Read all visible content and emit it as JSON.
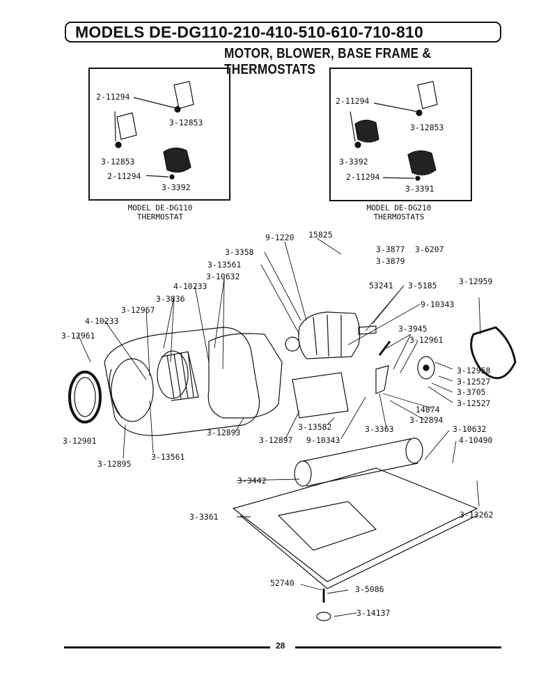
{
  "header": {
    "title": "MODELS DE-DG110-210-410-510-610-710-810",
    "subtitle": "MOTOR, BLOWER, BASE FRAME & THERMOSTATS"
  },
  "inset_left": {
    "caption_line1": "MODEL DE-DG110",
    "caption_line2": "THERMOSTAT",
    "labels": [
      "2-11294",
      "3-12853",
      "3-12853",
      "2-11294",
      "3-3392"
    ]
  },
  "inset_right": {
    "caption_line1": "MODEL DE-DG210",
    "caption_line2": "THERMOSTATS",
    "labels": [
      "2-11294",
      "3-12853",
      "3-3392",
      "2-11294",
      "3-3391"
    ]
  },
  "parts": [
    "9-1220",
    "15825",
    "3-3877",
    "3-6207",
    "3-3879",
    "3-3358",
    "3-13561",
    "3-10632",
    "4-10233",
    "3-3836",
    "3-12967",
    "4-10233",
    "3-12961",
    "53241",
    "3-5185",
    "3-12959",
    "9-10343",
    "3-3945",
    "3-12961",
    "3-12958",
    "3-12527",
    "3-3705",
    "3-12527",
    "14874",
    "3-12894",
    "3-13582",
    "3-3363",
    "3-10632",
    "4-10490",
    "9-10343",
    "3-12897",
    "3-12893",
    "3-12901",
    "3-13561",
    "3-12895",
    "3-3442",
    "3-13262",
    "3-3361",
    "52740",
    "3-5086",
    "3-14137"
  ],
  "footer": {
    "page_number": "28"
  }
}
